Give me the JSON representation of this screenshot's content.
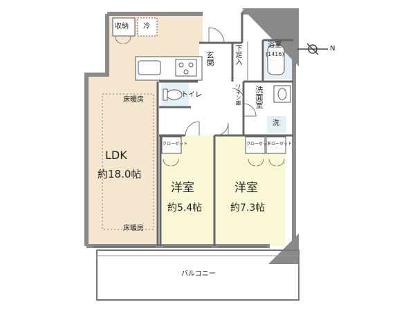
{
  "colors": {
    "ldk_floor": "#f4e6cf",
    "bedroom_floor": "#fbf8d8",
    "wet_area": "#e4f0f8",
    "wall": "#8a8a8a",
    "line": "#555555"
  },
  "rooms": {
    "ldk": {
      "name": "LDK",
      "area": "約18.0帖"
    },
    "bedroom1": {
      "name": "洋室",
      "area": "約5.4帖"
    },
    "bedroom2": {
      "name": "洋室",
      "area": "約7.3帖"
    },
    "bath": {
      "name": "浴室",
      "size": "(1416)"
    },
    "entrance": {
      "name": "玄関"
    },
    "toilet": {
      "name": "トイレ"
    },
    "washroom": {
      "name": "洗面室"
    }
  },
  "labels": {
    "storage": "収納",
    "fridge": "冷",
    "shoe_box": "下足入",
    "linen": "リネン庫",
    "washer": "洗",
    "floor_heating_top": "床暖房",
    "floor_heating_bottom": "床暖房",
    "closet1": "クローゼット",
    "closet2": "クローゼット",
    "closet3": "クローゼット",
    "balcony": "バルコニー"
  },
  "compass": {
    "north": "N"
  }
}
